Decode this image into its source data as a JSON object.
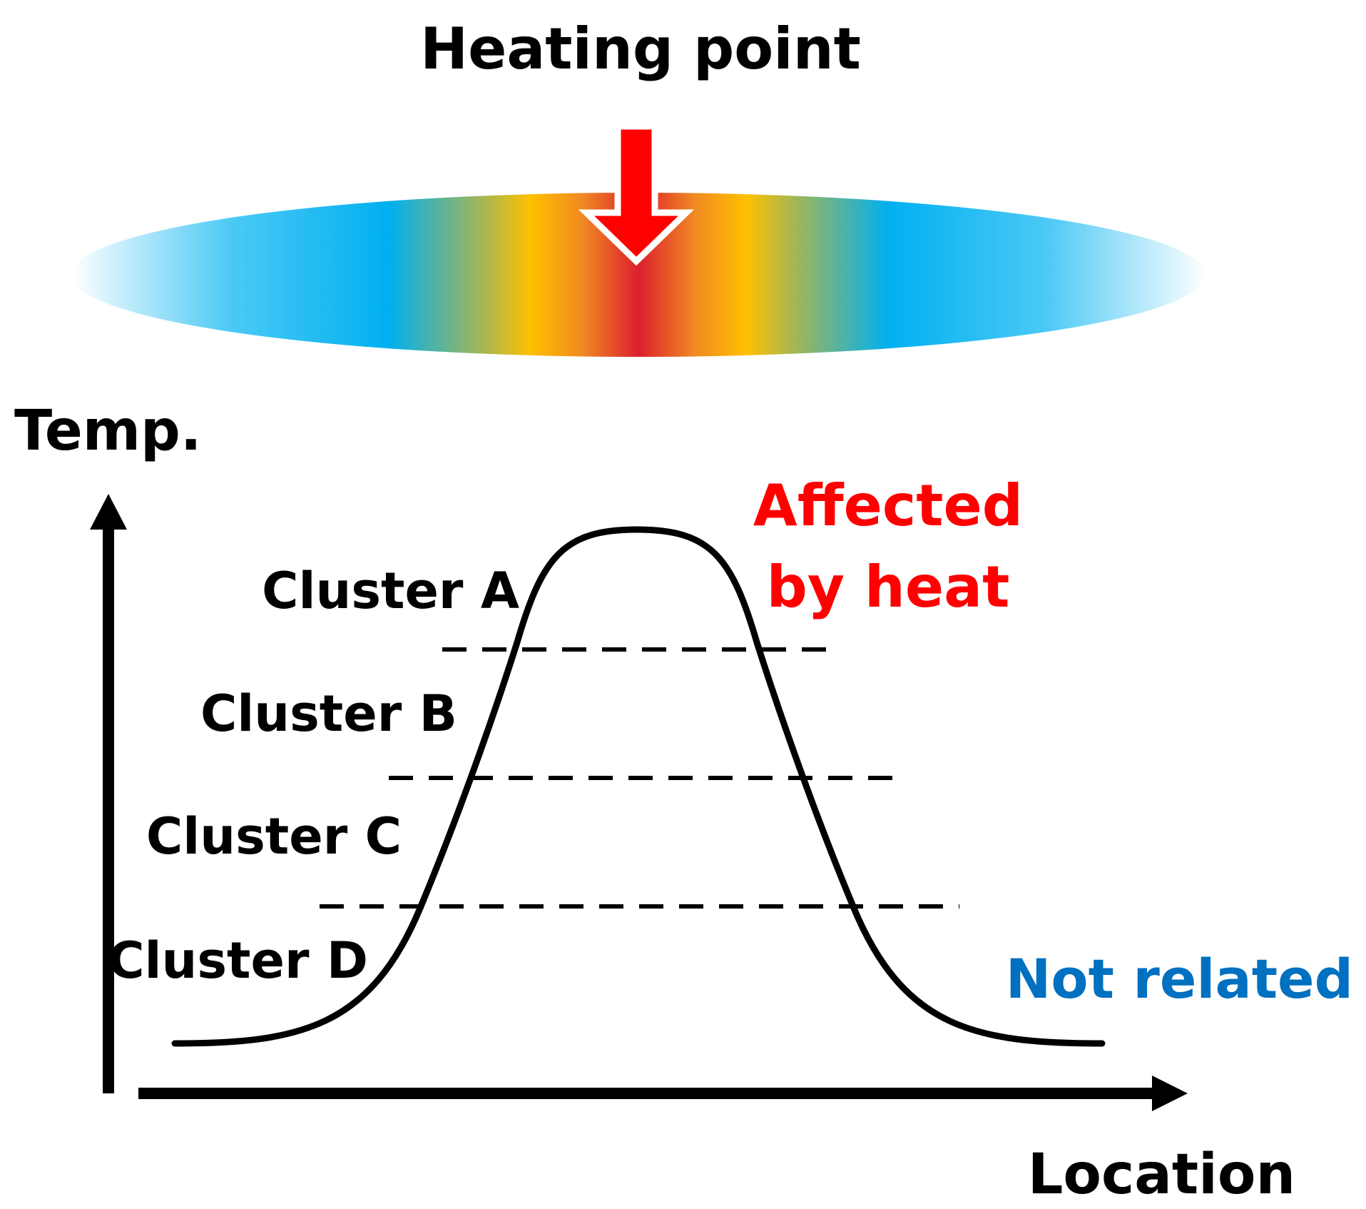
{
  "heading": "Heating point",
  "axes": {
    "y_label": "Temp.",
    "x_label": "Location"
  },
  "clusters": [
    {
      "label": "Cluster A"
    },
    {
      "label": "Cluster B"
    },
    {
      "label": "Cluster C"
    },
    {
      "label": "Cluster D"
    }
  ],
  "annotations": {
    "affected_line1": "Affected",
    "affected_line2": "by heat",
    "not_related": "Not related"
  },
  "colors": {
    "arrow": "#ff0000",
    "affected_text": "#ff0000",
    "not_related_text": "#0070c0",
    "axis": "#000000",
    "curve": "#000000",
    "dashed_line": "#000000",
    "gradient_center": "#dd1f2e",
    "gradient_orange": "#f08a22",
    "gradient_yellow": "#ffc000",
    "gradient_blue": "#00b0f0",
    "gradient_edge": "#ffffff"
  }
}
